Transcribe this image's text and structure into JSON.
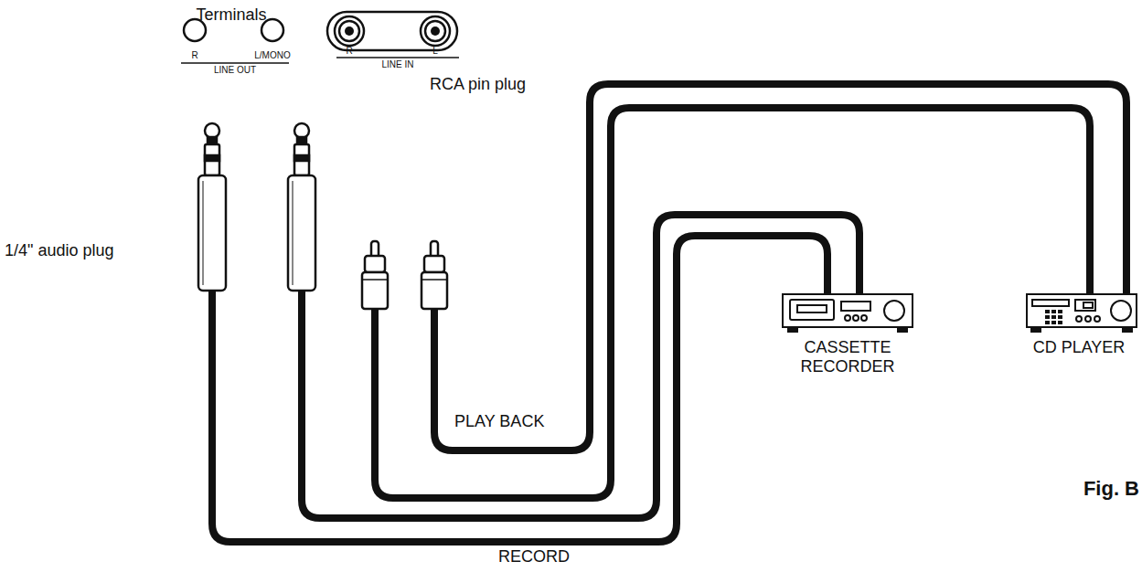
{
  "diagram": {
    "labels": [
      "Terminals",
      "R",
      "L/MONO",
      "LINE OUT",
      "R",
      "L",
      "LINE IN",
      "RCA pin plug",
      "1/4\" audio plug",
      "CASSETTE RECORDER",
      "CD PLAYER",
      "PLAY BACK",
      "RECORD",
      "Fig. B"
    ]
  }
}
